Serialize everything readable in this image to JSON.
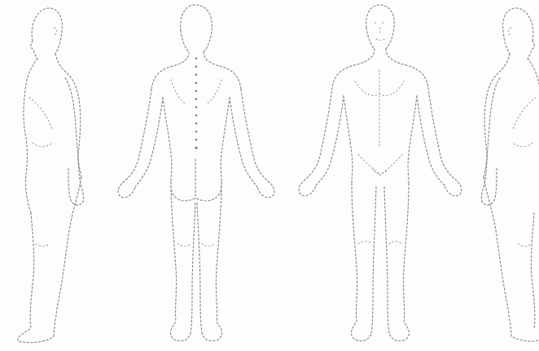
{
  "figures": [
    {
      "view": "side-left",
      "icon": "body-side-view-icon"
    },
    {
      "view": "back",
      "icon": "body-back-view-icon"
    },
    {
      "view": "front",
      "icon": "body-front-view-icon"
    },
    {
      "view": "side-right",
      "icon": "body-side-view-icon"
    }
  ],
  "colors": {
    "background": "#fdfdfd",
    "outline": "#8a8a8a"
  }
}
